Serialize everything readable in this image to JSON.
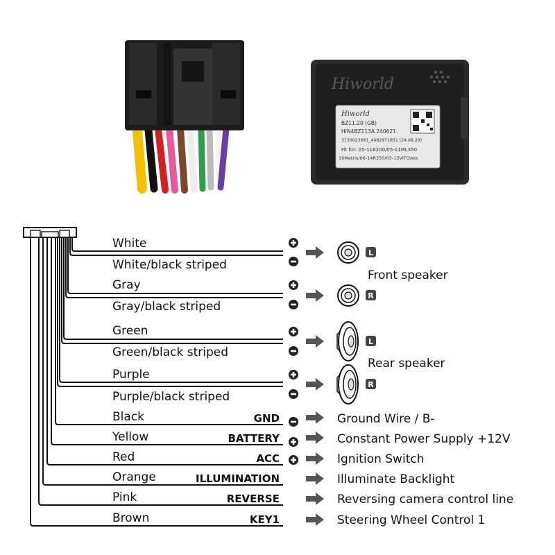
{
  "product": {
    "brand": "Hiworld",
    "label_brand": "Hiworld",
    "label_lines": [
      "BZ11.20 (GB)",
      "HIN4BZ113A   240621",
      "3130023681_4082971851    (24.08.29)",
      "Fit for: 05-11B200/05-11ML350",
      "16Metris/06-14R350/03-13VITO/etc"
    ]
  },
  "groups": {
    "front": "Front speaker",
    "rear": "Rear speaker"
  },
  "badges": {
    "left": "L",
    "right": "R"
  },
  "wires": [
    {
      "color_name": "White",
      "hex": "#ffffff",
      "polarity": "+",
      "function": "",
      "description": ""
    },
    {
      "color_name": "White/black striped",
      "hex": "#ffffff",
      "polarity": "-",
      "function": "",
      "description": ""
    },
    {
      "color_name": "Gray",
      "hex": "#9a9a9a",
      "polarity": "+",
      "function": "",
      "description": ""
    },
    {
      "color_name": "Gray/black striped",
      "hex": "#9a9a9a",
      "polarity": "-",
      "function": "",
      "description": ""
    },
    {
      "color_name": "Green",
      "hex": "#2e9e4a",
      "polarity": "+",
      "function": "",
      "description": ""
    },
    {
      "color_name": "Green/black striped",
      "hex": "#2e9e4a",
      "polarity": "-",
      "function": "",
      "description": ""
    },
    {
      "color_name": "Purple",
      "hex": "#6a3fa0",
      "polarity": "+",
      "function": "",
      "description": ""
    },
    {
      "color_name": "Purple/black striped",
      "hex": "#6a3fa0",
      "polarity": "-",
      "function": "",
      "description": ""
    },
    {
      "color_name": "Black",
      "hex": "#111111",
      "polarity": "-",
      "function": "GND",
      "description": "Ground Wire / B-"
    },
    {
      "color_name": "Yellow",
      "hex": "#f2c200",
      "polarity": "+",
      "function": "BATTERY",
      "description": "Constant Power Supply +12V"
    },
    {
      "color_name": "Red",
      "hex": "#d42020",
      "polarity": "+",
      "function": "ACC",
      "description": "Ignition Switch"
    },
    {
      "color_name": "Orange",
      "hex": "#f07a10",
      "polarity": "",
      "function": "ILLUMINATION",
      "description": "Illuminate Backlight"
    },
    {
      "color_name": "Pink",
      "hex": "#e45a9a",
      "polarity": "",
      "function": "REVERSE",
      "description": "Reversing camera control line"
    },
    {
      "color_name": "Brown",
      "hex": "#7a4a2a",
      "polarity": "",
      "function": "KEY1",
      "description": "Steering Wheel Control 1"
    }
  ],
  "colors": {
    "ink": "#111111",
    "arrow": "#555555",
    "module": "#2a2a2a",
    "plug": "#1c1c1c"
  }
}
